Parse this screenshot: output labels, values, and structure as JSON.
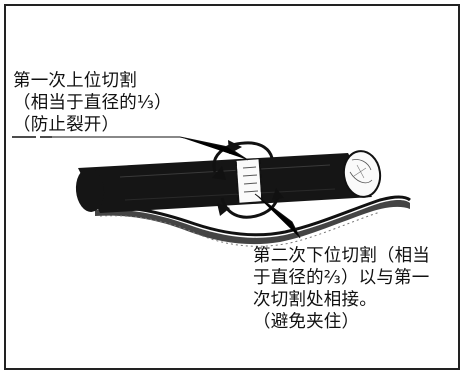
{
  "figure": {
    "upper_cut_note": [
      "第一次上位切割",
      "（相当于直径的⅓）",
      "（防止裂开）"
    ],
    "lower_cut_note": [
      "第二次下位切割（相当",
      "于直径的⅔）以与第一",
      "次切割处相接。",
      "（避免夹住）"
    ]
  }
}
